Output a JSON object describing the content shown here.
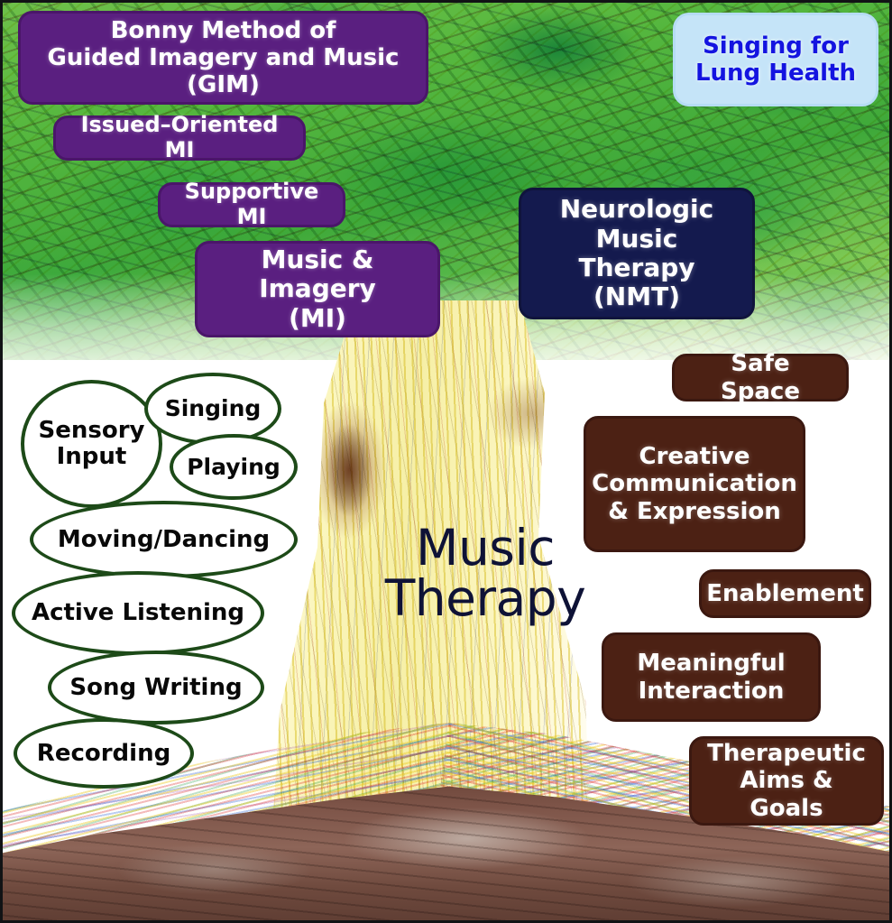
{
  "figure": {
    "title": "Music Therapy",
    "center_label_line1": "Music",
    "center_label_line2": "Therapy",
    "center_text_color": "#0e1236"
  },
  "colors": {
    "purple": "#5a1f80",
    "navy": "#141a4e",
    "light_blue_bg": "#c5e4f8",
    "light_blue_text": "#1414e0",
    "brown": "#4c2114",
    "ellipse_stroke": "#1d4a18",
    "canopy_green": "#3fa93a",
    "soil_brown": "#7e5549",
    "border": "#111315"
  },
  "canopy_models": [
    {
      "id": "gim",
      "style": "purple",
      "line1": "Bonny Method of",
      "line2": "Guided Imagery and Music (GIM)",
      "line3": ""
    },
    {
      "id": "slh",
      "style": "lightblue",
      "line1": "Singing for",
      "line2": "Lung Health",
      "line3": ""
    },
    {
      "id": "iomi",
      "style": "purple",
      "line1": "Issued–Oriented MI",
      "line2": "",
      "line3": ""
    },
    {
      "id": "smi",
      "style": "purple",
      "line1": "Supportive MI",
      "line2": "",
      "line3": ""
    },
    {
      "id": "mi",
      "style": "purple",
      "line1": "Music & Imagery",
      "line2": "(MI)",
      "line3": ""
    },
    {
      "id": "nmt",
      "style": "navy",
      "line1": "Neurologic",
      "line2": "Music Therapy",
      "line3": "(NMT)"
    }
  ],
  "method_ellipses": [
    {
      "id": "sensory-input",
      "line1": "Sensory",
      "line2": "Input"
    },
    {
      "id": "singing",
      "line1": "Singing",
      "line2": ""
    },
    {
      "id": "playing",
      "line1": "Playing",
      "line2": ""
    },
    {
      "id": "moving-dancing",
      "line1": "Moving/Dancing",
      "line2": ""
    },
    {
      "id": "active-listening",
      "line1": "Active Listening",
      "line2": ""
    },
    {
      "id": "song-writing",
      "line1": "Song Writing",
      "line2": ""
    },
    {
      "id": "recording",
      "line1": "Recording",
      "line2": ""
    }
  ],
  "outcome_boxes": [
    {
      "id": "safe-space",
      "line1": "Safe Space",
      "line2": "",
      "line3": ""
    },
    {
      "id": "creative-communication",
      "line1": "Creative",
      "line2": "Communication",
      "line3": "& Expression"
    },
    {
      "id": "enablement",
      "line1": "Enablement",
      "line2": "",
      "line3": ""
    },
    {
      "id": "meaningful-interaction",
      "line1": "Meaningful",
      "line2": "Interaction",
      "line3": ""
    },
    {
      "id": "therapeutic-aims",
      "line1": "Therapeutic",
      "line2": "Aims & Goals",
      "line3": ""
    }
  ]
}
